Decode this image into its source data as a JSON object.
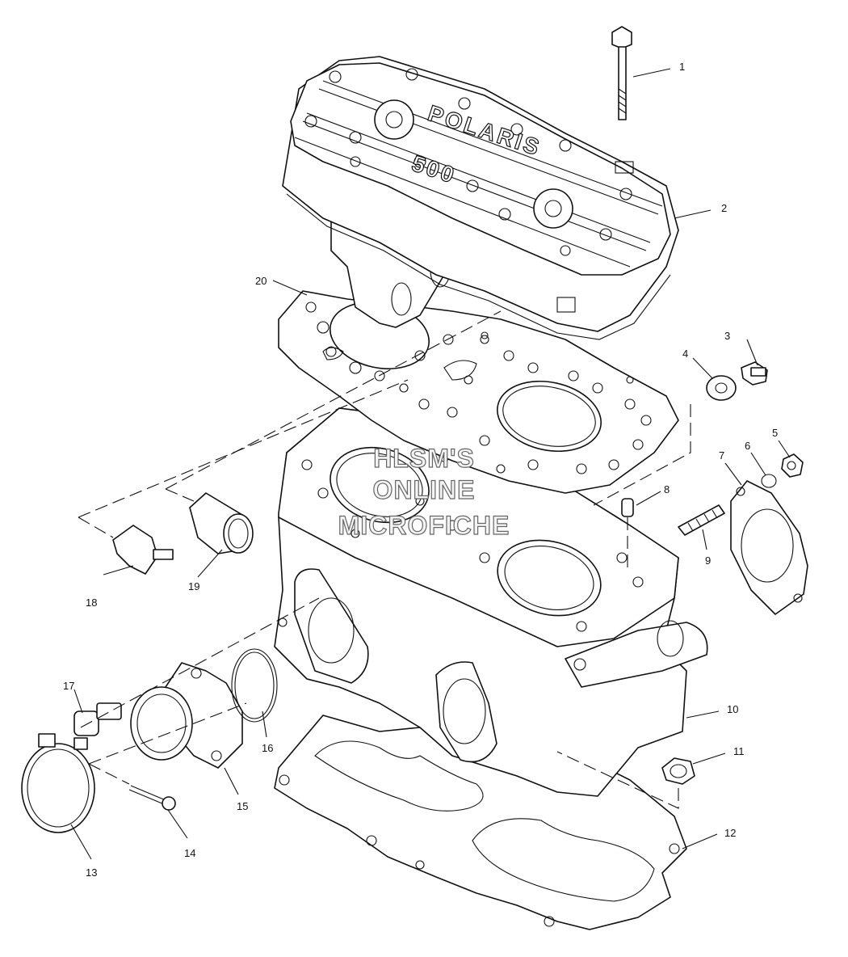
{
  "diagram": {
    "embossed_brand": "POLARIS",
    "embossed_model": "500",
    "watermark_lines": [
      "HLSM'S",
      "ONLINE",
      "MICROFICHE"
    ],
    "callouts": [
      "1",
      "2",
      "3",
      "4",
      "5",
      "6",
      "7",
      "8",
      "9",
      "10",
      "11",
      "12",
      "13",
      "14",
      "15",
      "16",
      "17",
      "18",
      "19",
      "20"
    ]
  },
  "colors": {
    "line": "#111111",
    "background": "#ffffff",
    "watermark_stroke": "#666666"
  }
}
